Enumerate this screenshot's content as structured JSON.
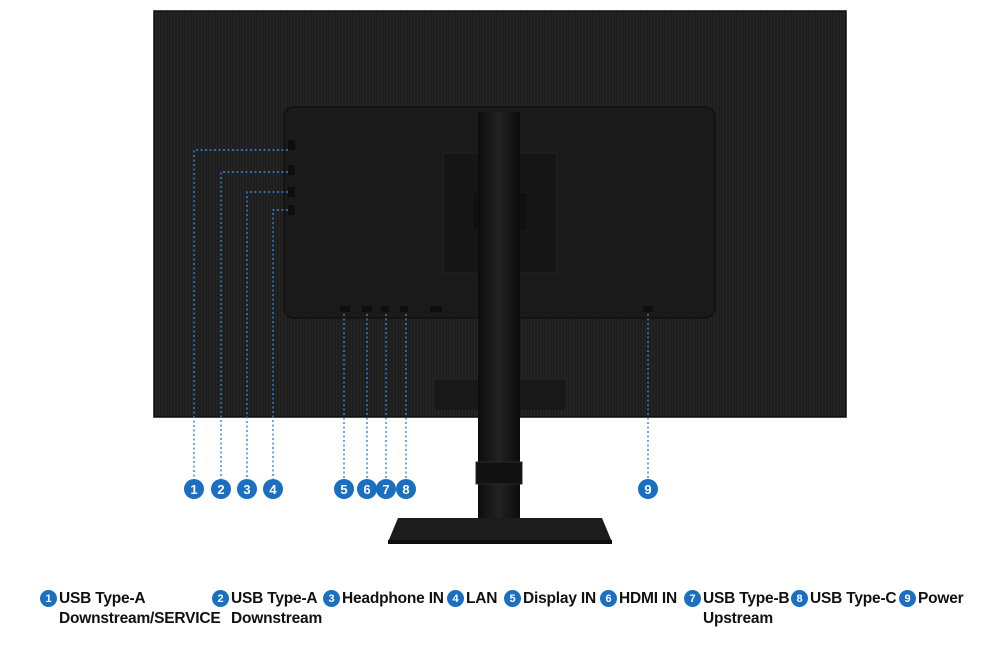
{
  "colors": {
    "accent": "#1a6fc1",
    "monitor": "#1c1c1c",
    "stand": "#151515"
  },
  "product_image": {
    "icon": "monitor-rear-view-icon"
  },
  "markers": [
    "1",
    "2",
    "3",
    "4",
    "5",
    "6",
    "7",
    "8",
    "9"
  ],
  "legend": [
    {
      "num": "1",
      "lines": [
        "USB Type-A",
        "Downstream/SERVICE"
      ]
    },
    {
      "num": "2",
      "lines": [
        "USB Type-A",
        "Downstream"
      ]
    },
    {
      "num": "3",
      "lines": [
        "Headphone IN"
      ]
    },
    {
      "num": "4",
      "lines": [
        "LAN"
      ]
    },
    {
      "num": "5",
      "lines": [
        "Display IN"
      ]
    },
    {
      "num": "6",
      "lines": [
        "HDMI IN"
      ]
    },
    {
      "num": "7",
      "lines": [
        "USB Type-B",
        "Upstream"
      ]
    },
    {
      "num": "8",
      "lines": [
        "USB Type-C"
      ]
    },
    {
      "num": "9",
      "lines": [
        "Power"
      ]
    }
  ]
}
